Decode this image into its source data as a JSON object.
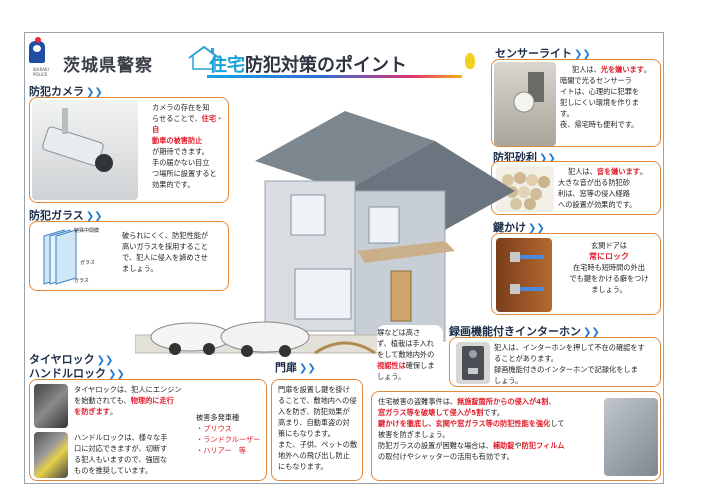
{
  "header": {
    "org_name": "茨城県警察",
    "logo_caption": "IBARAKI POLICE",
    "title_prefix": "住宅",
    "title_rest": "防犯対策のポイント"
  },
  "colors": {
    "accent_blue": "#1f7ad0",
    "accent_red": "#e21b2a",
    "panel_border": "#e0883c",
    "title_cyan": "#18a0d8"
  },
  "sections": {
    "camera": {
      "title": "防犯カメラ",
      "lines": [
        "カメラの存在を知",
        "らせることで、",
        "動車の",
        "が期待できます。",
        "手の届かない目立",
        "つ場所に設置すると",
        "効果的です。"
      ],
      "red_a": "住宅・自",
      "red_b": "被害防止",
      "line2_prefix": "らせることで、"
    },
    "sensor_light": {
      "title": "センサーライト",
      "line1_prefix": "犯人は、",
      "line1_red": "光を嫌います",
      "line1_suffix": "。",
      "lines": [
        "暗闇で光るセンサーラ",
        "イトは、心理的に犯罪を",
        "犯しにくい環境を作りま",
        "す。",
        "夜、帰宅時も便利です。"
      ]
    },
    "gravel": {
      "title": "防犯砂利",
      "line1_prefix": "犯人は、",
      "line1_red": "音を嫌います",
      "line1_suffix": "。",
      "lines": [
        "大きな音が出る防犯砂",
        "利は、窓等の侵入経路",
        "への設置が効果的です。"
      ]
    },
    "glass": {
      "title": "防犯ガラス",
      "lines": [
        "破られにくく、防犯性能が",
        "高いガラスを採用すること",
        "で、犯人に侵入を諦めさせ",
        "ましょう。"
      ],
      "diagram_label_top": "特殊中間膜",
      "diagram_label_mid": "ガラス",
      "diagram_label_bottom": "ガラス"
    },
    "key": {
      "title": "鍵かけ",
      "line1": "玄関ドアは",
      "line2_red": "常にロック",
      "lines": [
        "在宅時も短時間の外出",
        "でも鍵をかける癖をつけ",
        "ましょう。"
      ]
    },
    "fence": {
      "lines": [
        "塀などは高さ",
        "ず、植栽は手入れ",
        "をして敷地内外の",
        "確保しま",
        "しょう。"
      ],
      "red": "視認性は",
      "suffix_hidden": ""
    },
    "intercom": {
      "title": "録画機能付きインターホン",
      "lines": [
        "犯人は、インターホンを押して不在の確認をす",
        "ることがあります。",
        "録画機能付きのインターホンで記録化をしま",
        "しょう。"
      ]
    },
    "tire_lock": {
      "title": "タイヤロック",
      "line1": "タイヤロックは、犯人にエンジン",
      "line2_prefix": "を始動されても、",
      "line2_red": "物理的に走行",
      "line3_red": "を防ぎます",
      "line3_suffix": "。"
    },
    "handle_lock": {
      "title": "ハンドルロック",
      "lines": [
        "ハンドルロックは、様々な手",
        "口に対応できますが、切断す",
        "る犯人もいますので、強固な",
        "ものを推奨しています。"
      ]
    },
    "target_cars": {
      "title": "被害多発車種",
      "items": [
        "・プリウス",
        "・ランドクルーザー",
        "・ハリアー　等"
      ]
    },
    "gate": {
      "title": "門扉",
      "lines": [
        "門扉を設置し鍵を掛け",
        "ることで、敷地内への侵",
        "入を防ぎ、防犯効果が",
        "高まり、自動車盗の対",
        "策にもなります。",
        "また、子供、ペットの敷",
        "地外への飛び出し防止",
        "にもなります。"
      ]
    },
    "window": {
      "line1_prefix": "住宅被害の盗難事件は、",
      "line1_red": "無施錠箇所からの侵入が4割",
      "line1_suffix": "、",
      "line2_red": "窓ガラス等を破壊して侵入が5割",
      "line2_suffix": "です。",
      "line3_red": "鍵かけを徹底し、玄関や窓ガラス等の防犯性能を強化",
      "line3_suffix": "して",
      "line4": "被害を防ぎましょう。",
      "line5_prefix": "防犯ガラスの設置が困難な場合は、",
      "line5_red_a": "補助錠",
      "line5_mid": "や",
      "line5_red_b": "防犯フィルム",
      "line6": "の取付けやシャッターの活用も有効です。"
    }
  }
}
